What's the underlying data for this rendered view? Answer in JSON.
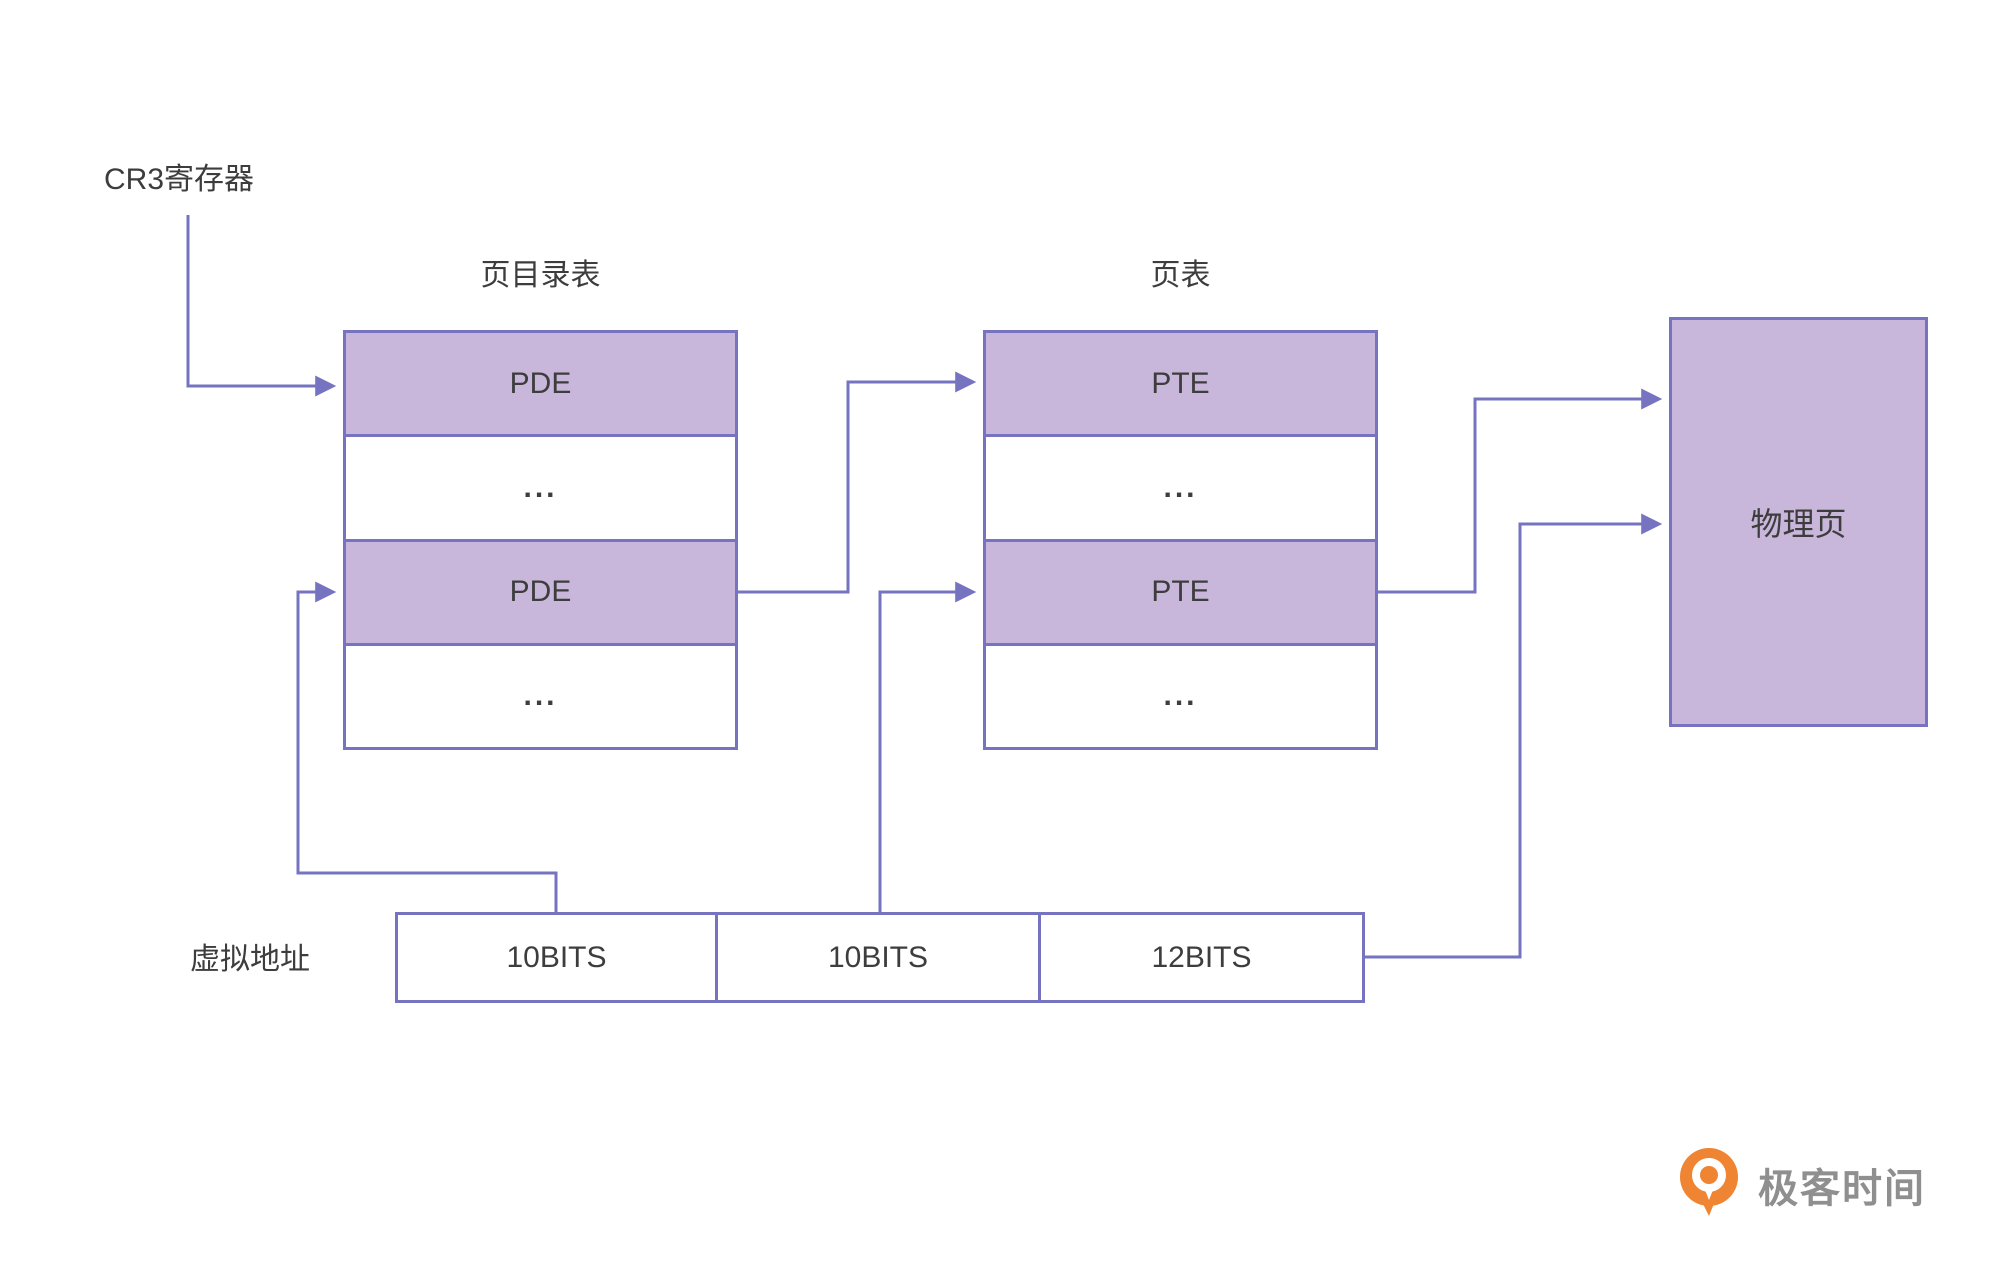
{
  "colors": {
    "background": "#FFFFFF",
    "stroke": "#7673C1",
    "fill": "#C9B6DB",
    "text": "#3D3D3D",
    "logo-orange": "#EF8432",
    "logo-text": "#8F8F8F"
  },
  "diagram": {
    "cr3_label": "CR3寄存器",
    "page_directory": {
      "title": "页目录表",
      "rows": [
        "PDE",
        "...",
        "PDE",
        "..."
      ]
    },
    "page_table": {
      "title": "页表",
      "rows": [
        "PTE",
        "...",
        "PTE",
        "..."
      ]
    },
    "physical_page": {
      "label": "物理页"
    },
    "virtual_address": {
      "label": "虚拟地址",
      "fields": [
        "10BITS",
        "10BITS",
        "12BITS"
      ]
    },
    "logo": {
      "text": "极客时间"
    }
  }
}
